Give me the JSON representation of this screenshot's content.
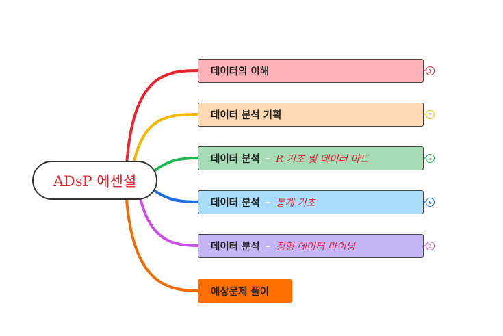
{
  "root": {
    "label": "ADsP 에센셜"
  },
  "colors": {
    "red": "#e8222e",
    "yellow": "#f5b800",
    "green": "#1db954",
    "blue": "#1f6fe0",
    "purple": "#c94de6",
    "orange": "#f06a00"
  },
  "branches": [
    {
      "label": "데이터의 이해",
      "sub": "",
      "count": "5",
      "fill": "#ffb3b8",
      "line": "#e8222e"
    },
    {
      "label": "데이터 분석 기획",
      "sub": "",
      "count": "2",
      "fill": "#ffd9b3",
      "line": "#f5b800"
    },
    {
      "label": "데이터 분석",
      "sub": "R 기초 및 데이터 마트",
      "count": "3",
      "fill": "#a8dcb6",
      "line": "#1db954"
    },
    {
      "label": "데이터 분석",
      "sub": "통계 기초",
      "count": "6",
      "fill": "#a8dcf7",
      "line": "#1f6fe0"
    },
    {
      "label": "데이터 분석",
      "sub": "정형 데이터 마이닝",
      "count": "2",
      "fill": "#c7b6f5",
      "line": "#c94de6"
    },
    {
      "label": "예상문제 풀이",
      "sub": "",
      "count": "",
      "fill": "#ff6f00",
      "line": "#f06a00"
    }
  ],
  "separator": "–"
}
